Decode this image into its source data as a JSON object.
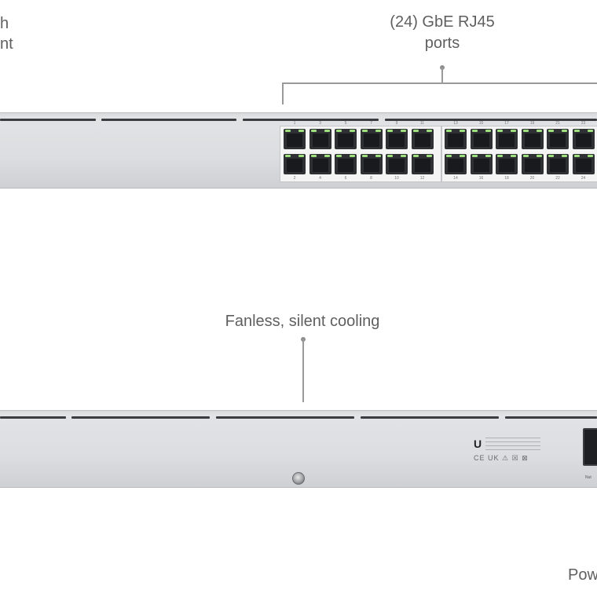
{
  "labels": {
    "top_left_line1": "h",
    "top_left_line2": "nt",
    "ports_line1": "(24) GbE RJ45",
    "ports_line2": "ports",
    "cooling": "Fanless, silent cooling",
    "power": "Pow"
  },
  "front_panel": {
    "top_port_numbers": [
      "1",
      "3",
      "5",
      "7",
      "9",
      "11",
      "13",
      "15",
      "17",
      "19",
      "21",
      "23"
    ],
    "bottom_port_numbers": [
      "2",
      "4",
      "6",
      "8",
      "10",
      "12",
      "14",
      "16",
      "18",
      "20",
      "22",
      "24"
    ]
  },
  "rear_panel": {
    "certification_marks": "CE UK ⚠ ☒ ⊠",
    "power_port_label": "Nut"
  }
}
